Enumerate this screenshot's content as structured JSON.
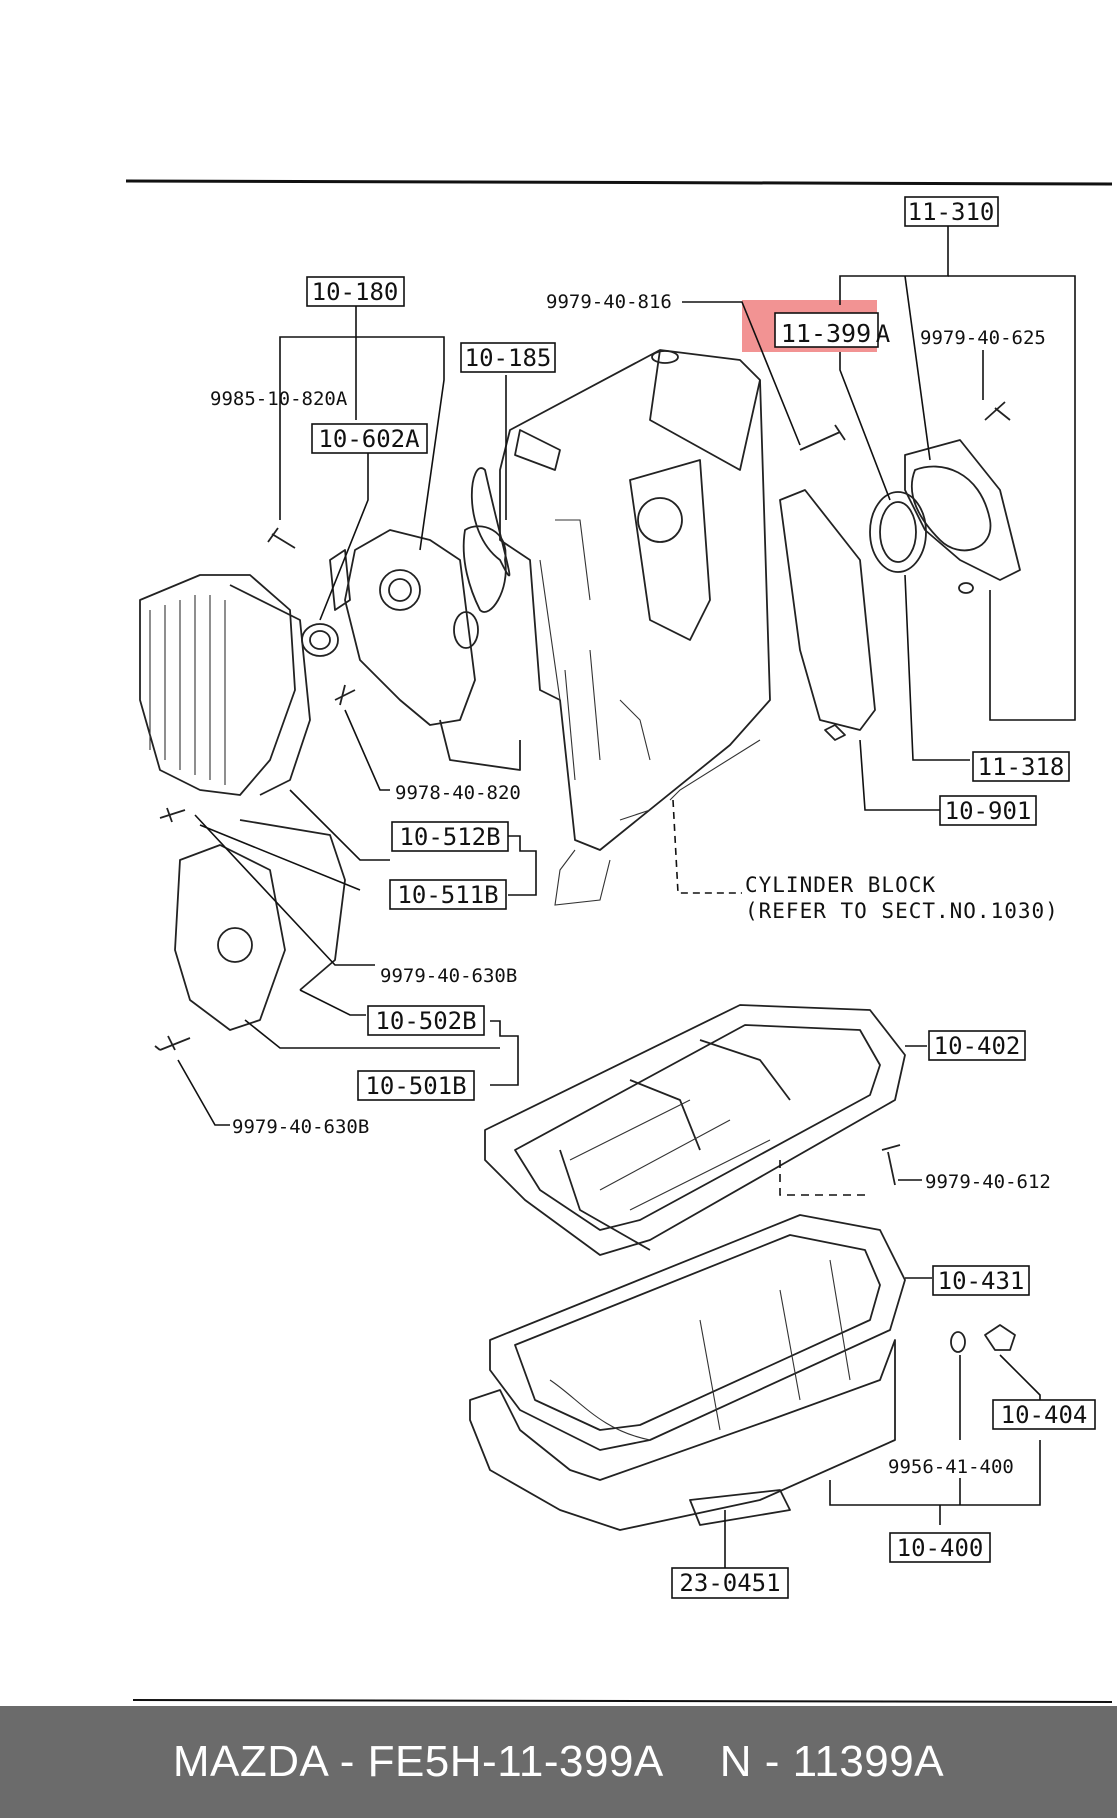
{
  "highlight_color": "#f08080",
  "footer_bg": "#6b6b6b",
  "footer": {
    "left": "MAZDA - FE5H-11-399A",
    "right": "N - 11399A"
  },
  "labels": {
    "b11310": "11-310",
    "b10180": "10-180",
    "b10185": "10-185",
    "b10602": "10-602A",
    "b11399": "11-399",
    "b11399_suffix": "A",
    "b11318": "11-318",
    "b10901": "10-901",
    "b10512": "10-512B",
    "b10511": "10-511B",
    "b10502": "10-502B",
    "b10501": "10-501B",
    "b10402": "10-402",
    "b10431": "10-431",
    "b10404": "10-404",
    "b10400": "10-400",
    "b23045": "23-0451",
    "p816": "9979-40-816",
    "p625": "9979-40-625",
    "p820a": "9985-10-820A",
    "p9978": "9978-40-820",
    "p630a": "9979-40-630B",
    "p630b": "9979-40-630B",
    "p612": "9979-40-612",
    "p400": "9956-41-400",
    "cyl1": "CYLINDER BLOCK",
    "cyl2": "(REFER TO SECT.NO.1030)"
  }
}
